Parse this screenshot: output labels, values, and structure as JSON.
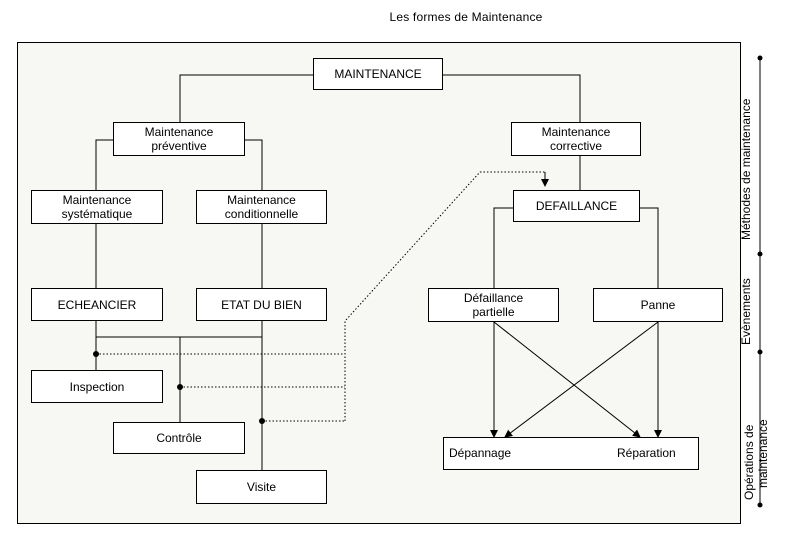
{
  "title": "Les formes de Maintenance",
  "nodes": {
    "maintenance": "MAINTENANCE",
    "preventive": "Maintenance préventive",
    "corrective": "Maintenance corrective",
    "systematique": "Maintenance systématique",
    "conditionnelle": "Maintenance conditionnelle",
    "defaillance": "DEFAILLANCE",
    "echeancier": "ECHEANCIER",
    "etat_du_bien": "ETAT DU BIEN",
    "defaillance_partielle": "Défaillance partielle",
    "panne": "Panne",
    "inspection": "Inspection",
    "controle": "Contrôle",
    "visite": "Visite",
    "depannage": "Dépannage",
    "reparation": "Réparation"
  },
  "side_labels": {
    "methodes": "Méthodes de maintenance",
    "evenements": "Evènements",
    "operations_line1": "Opérations de",
    "operations_line2": "maintenance"
  },
  "colors": {
    "frame_bg": "#f7f8f3",
    "line": "#000000"
  }
}
